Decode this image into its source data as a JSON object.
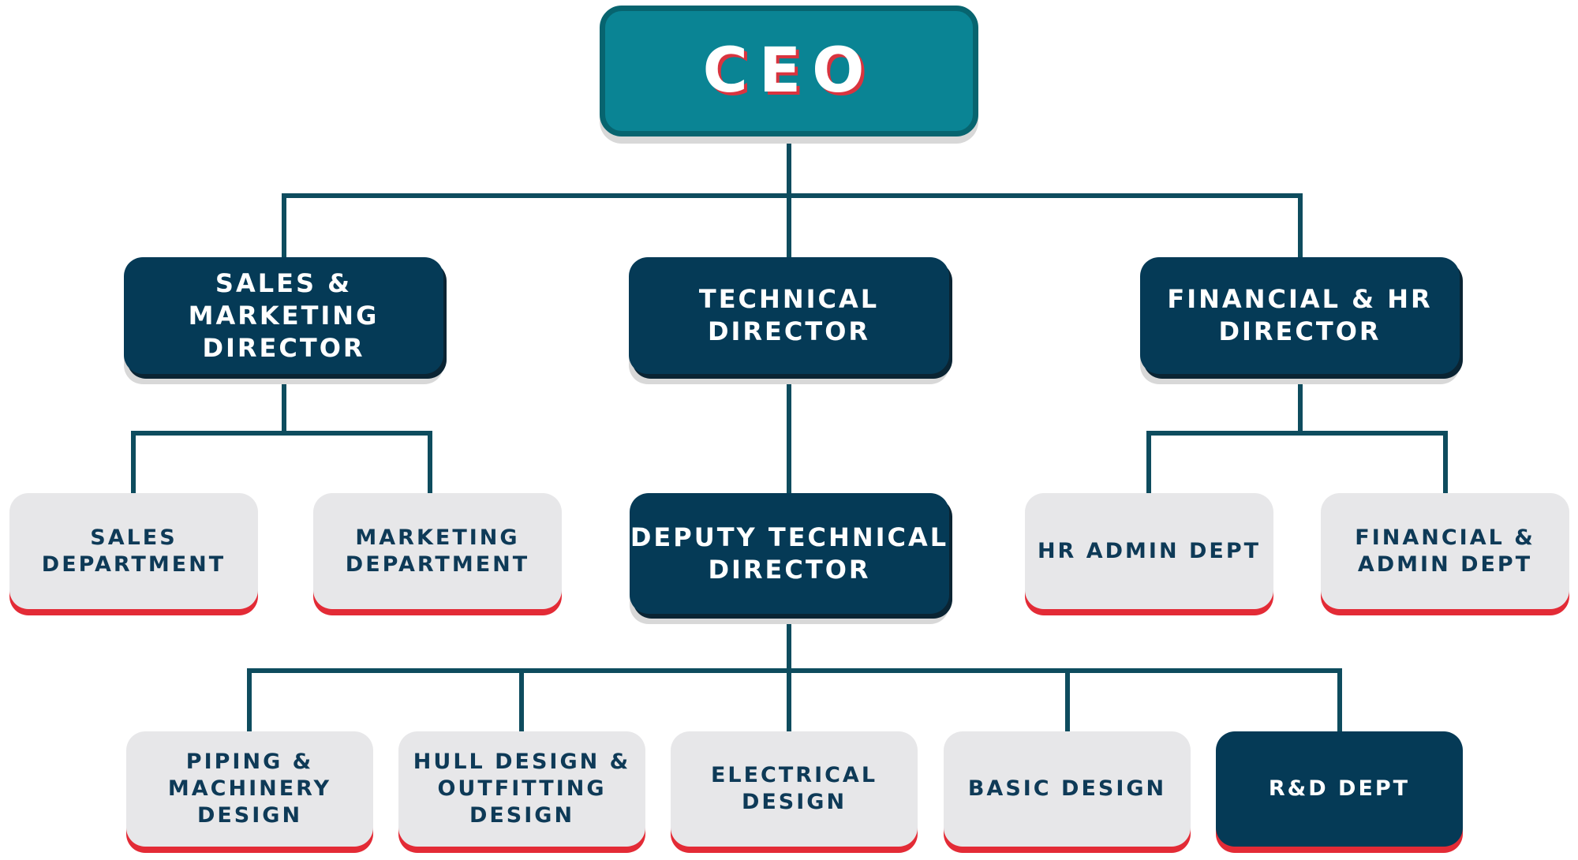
{
  "ceo": {
    "label": "CEO"
  },
  "directors": {
    "sales_marketing": "Sales &\nMarketing\nDirector",
    "technical": "Technical\nDirector",
    "financial_hr": "Financial & HR\nDirector"
  },
  "deputy_technical": "Deputy Technical\nDirector",
  "departments": {
    "sales": "Sales\nDepartment",
    "marketing": "Marketing\nDepartment",
    "hr_admin": "HR Admin Dept",
    "financial_admin": "Financial &\nAdmin Dept",
    "piping_machinery": "Piping &\nMachinery\nDesign",
    "hull_outfitting": "Hull Design &\nOutfitting\nDesign",
    "electrical": "Electrical\nDesign",
    "basic_design": "Basic Design",
    "rnd": "R&D Dept"
  },
  "colors": {
    "ceo_fill": "#0a8494",
    "director_fill": "#053a56",
    "department_fill": "#e7e7e9",
    "accent_red": "#e32b36",
    "connector": "#0e4c5e"
  }
}
